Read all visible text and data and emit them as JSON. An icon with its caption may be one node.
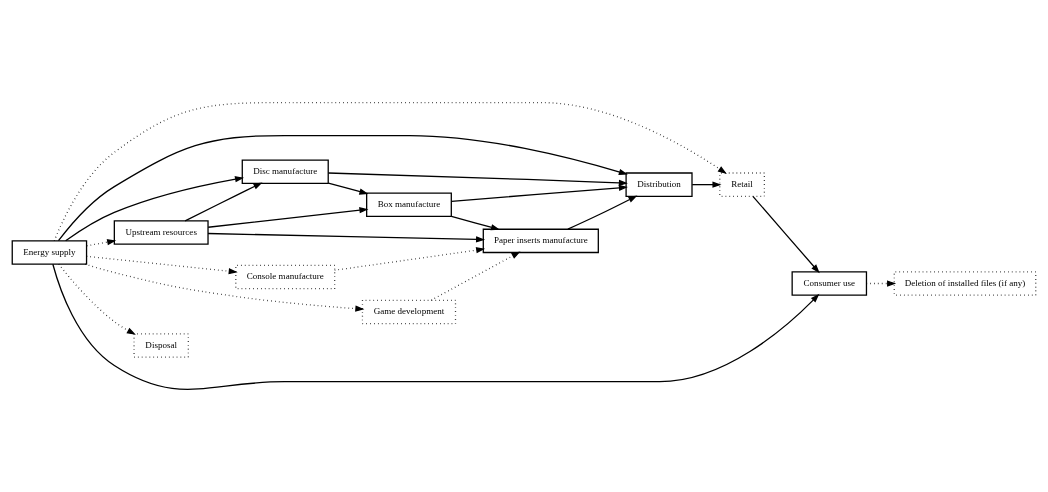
{
  "diagram": {
    "nodes": [
      {
        "text": [
          "Energy supply"
        ]
      },
      {
        "text": [
          "Upstream resources"
        ]
      },
      {
        "text": [
          "Disc manufacture"
        ]
      },
      {
        "text": [
          "Distribution"
        ]
      },
      {
        "text": [
          "Box manufacture"
        ]
      },
      {
        "text": [
          "Retail"
        ]
      },
      {
        "text": [
          "Console manufacture"
        ]
      },
      {
        "text": [
          "Paper inserts manufacture"
        ]
      },
      {
        "text": [
          "Consumer use"
        ]
      },
      {
        "text": [
          "Disposal"
        ]
      },
      {
        "text": [
          "Game development"
        ]
      },
      {
        "text": [
          "Deletion of installed files (if any)"
        ]
      }
    ],
    "edges": [
      {
        "from": 0,
        "to": 1,
        "arrow": "to",
        "style": "dashed"
      },
      {
        "from": 0,
        "to": 6,
        "arrow": "to",
        "style": "dashed"
      },
      {
        "from": 0,
        "to": 10,
        "arrow": "to",
        "style": "dashed"
      },
      {
        "from": 0,
        "to": 2,
        "arrow": "to"
      },
      {
        "from": 0,
        "to": 3,
        "arrow": "to"
      },
      {
        "from": 0,
        "to": 5,
        "arrow": "to",
        "style": "dashed"
      },
      {
        "from": 0,
        "to": 9,
        "arrow": "to",
        "style": "dashed"
      },
      {
        "from": 0,
        "to": 8,
        "arrow": "to"
      },
      {
        "from": 1,
        "to": 2,
        "arrow": "to"
      },
      {
        "from": 1,
        "to": 4,
        "arrow": "to"
      },
      {
        "from": 1,
        "to": 7,
        "arrow": "to"
      },
      {
        "from": 6,
        "to": 7,
        "arrow": "to",
        "style": "dashed"
      },
      {
        "from": 10,
        "to": 7,
        "arrow": "to",
        "style": "dashed"
      },
      {
        "from": 2,
        "to": 4,
        "arrow": "to"
      },
      {
        "from": 4,
        "to": 7,
        "arrow": "to"
      },
      {
        "from": 2,
        "to": 3,
        "arrow": "to"
      },
      {
        "from": 4,
        "to": 3,
        "arrow": "to"
      },
      {
        "from": 7,
        "to": 3,
        "arrow": "to"
      },
      {
        "from": 3,
        "to": 5,
        "arrow": "to"
      },
      {
        "from": 5,
        "to": 8,
        "arrow": "to"
      },
      {
        "from": 8,
        "to": 11,
        "arrow": "to",
        "style": "dashed"
      }
    ]
  }
}
